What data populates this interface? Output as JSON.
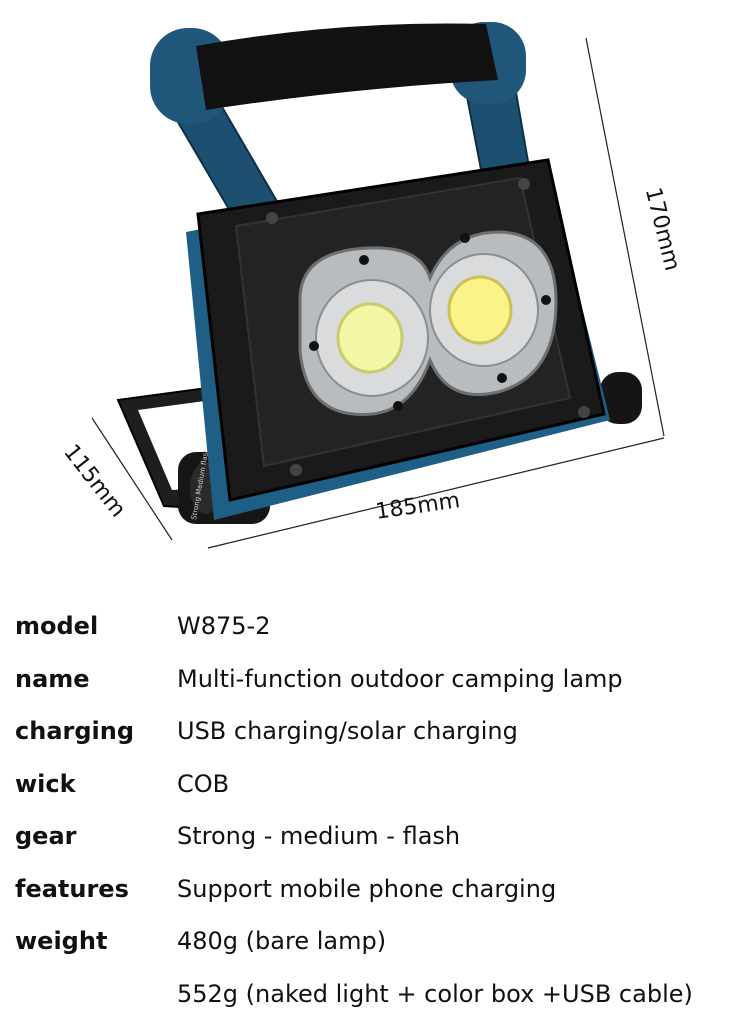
{
  "dimensions": {
    "width": "185mm",
    "depth": "115mm",
    "height": "170mm"
  },
  "product_switch_text": "Strong  Medium  flash",
  "specs": [
    {
      "key": "model",
      "value": "W875-2"
    },
    {
      "key": "name",
      "value": "Multi-function outdoor camping lamp"
    },
    {
      "key": "charging",
      "value": "USB charging/solar charging"
    },
    {
      "key": "wick",
      "value": "COB"
    },
    {
      "key": "gear",
      "value": "Strong - medium - flash"
    },
    {
      "key": "features",
      "value": "Support mobile phone charging"
    },
    {
      "key": "weight",
      "value": "480g (bare lamp)"
    },
    {
      "key": "",
      "value": "552g (naked light + color box +USB cable)"
    }
  ]
}
